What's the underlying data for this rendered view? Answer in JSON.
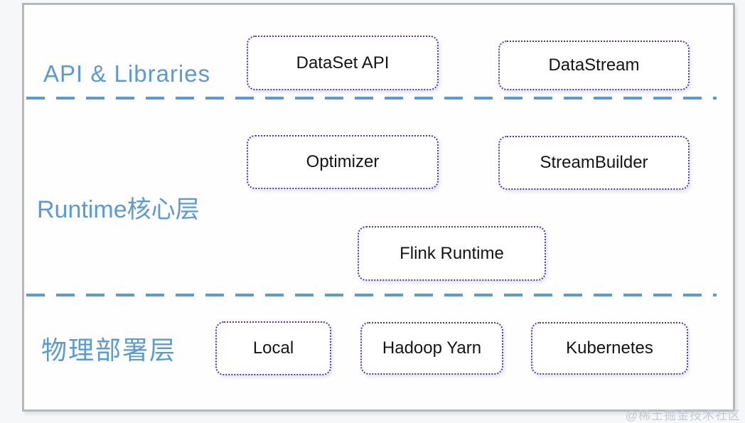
{
  "layers": [
    {
      "label": "API & Libraries",
      "boxes": [
        {
          "label": "DataSet API"
        },
        {
          "label": "DataStream"
        }
      ]
    },
    {
      "label": "Runtime核心层",
      "boxes": [
        {
          "label": "Optimizer"
        },
        {
          "label": "StreamBuilder"
        },
        {
          "label": "Flink Runtime"
        }
      ]
    },
    {
      "label": "物理部署层",
      "boxes": [
        {
          "label": "Local"
        },
        {
          "label": "Hadoop Yarn"
        },
        {
          "label": "Kubernetes"
        }
      ]
    }
  ],
  "watermark": "@稀土掘金技术社区",
  "colors": {
    "layer_label": "#5b9bd5",
    "separator_dash": "#5b9bd5",
    "box_border": "#4136c9",
    "box_text": "#141414",
    "frame_border": "#b5b9be",
    "watermark": "#c6cad3"
  }
}
